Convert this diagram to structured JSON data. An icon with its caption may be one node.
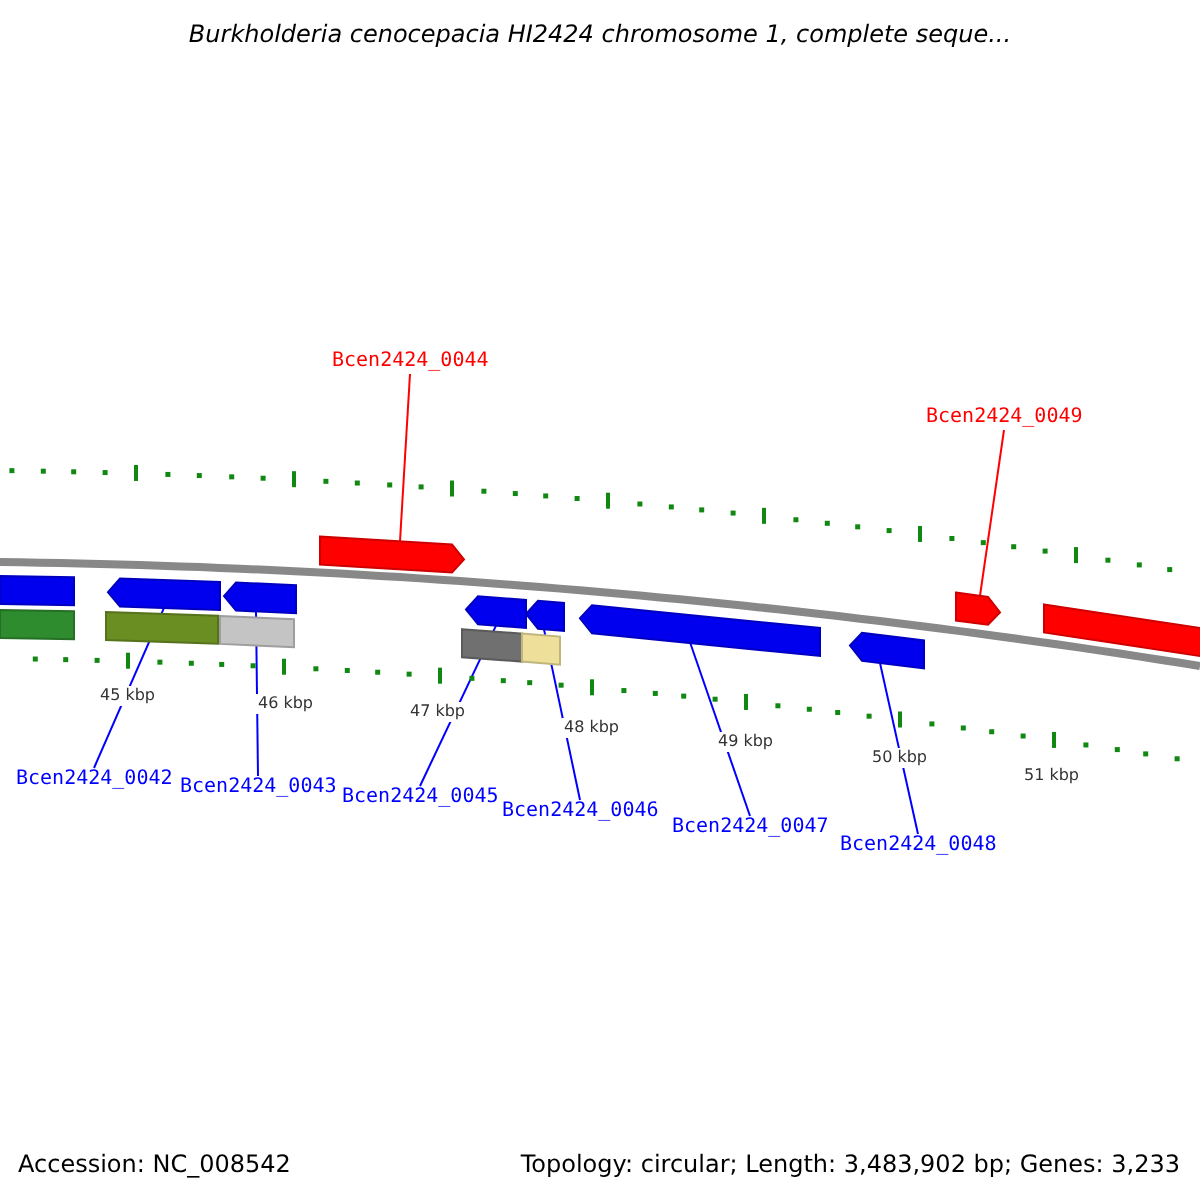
{
  "diagram": {
    "title": "Burkholderia cenocepacia HI2424 chromosome 1, complete seque...",
    "nodes": [
      {
        "text": [
          "Bcen2424_0044"
        ]
      },
      {
        "text": [
          "Bcen2424_0049"
        ]
      },
      {
        "text": [
          "Bcen2424_0042"
        ]
      },
      {
        "text": [
          "Bcen2424_0043"
        ]
      },
      {
        "text": [
          "Bcen2424_0045"
        ]
      },
      {
        "text": [
          "Bcen2424_0046"
        ]
      },
      {
        "text": [
          "Bcen2424_0047"
        ]
      },
      {
        "text": [
          "Bcen2424_0048"
        ]
      },
      {
        "text": [],
        "shape": "bar"
      },
      {
        "text": [],
        "shape": "bar"
      },
      {
        "text": [],
        "shape": "pentagon"
      },
      {
        "text": [],
        "shape": "bar"
      },
      {
        "text": [],
        "shape": "pentagon"
      },
      {
        "text": [],
        "shape": "bar"
      },
      {
        "text": [],
        "shape": "pentagon"
      },
      {
        "text": [],
        "shape": "bar"
      },
      {
        "text": [],
        "shape": "pentagon"
      },
      {
        "text": [],
        "shape": "bar"
      },
      {
        "text": [],
        "shape": "pentagon"
      },
      {
        "text": [],
        "shape": "pentagon"
      },
      {
        "text": [],
        "shape": "pentagon"
      },
      {
        "text": [],
        "shape": "pentagon"
      },
      {
        "text": [],
        "shape": "bar"
      }
    ],
    "edges": [
      {
        "from": 0,
        "to": 14,
        "arrow": "none",
        "color": "#ff0000"
      },
      {
        "from": 1,
        "to": 21,
        "arrow": "none",
        "color": "#ff0000"
      },
      {
        "from": 2,
        "to": 10,
        "arrow": "none"
      },
      {
        "from": 3,
        "to": 12,
        "arrow": "none"
      },
      {
        "from": 4,
        "to": 16,
        "arrow": "none"
      },
      {
        "from": 5,
        "to": 18,
        "arrow": "none"
      },
      {
        "from": 6,
        "to": 19,
        "arrow": "none"
      },
      {
        "from": 7,
        "to": 20,
        "arrow": "none"
      }
    ],
    "labels": [
      "45 kbp",
      "46 kbp",
      "47 kbp",
      "48 kbp",
      "49 kbp",
      "50 kbp",
      "51 kbp",
      "Accession: NC_008542",
      "Topology: circular; Length: 3,483,902 bp; Genes: 3,233"
    ]
  }
}
